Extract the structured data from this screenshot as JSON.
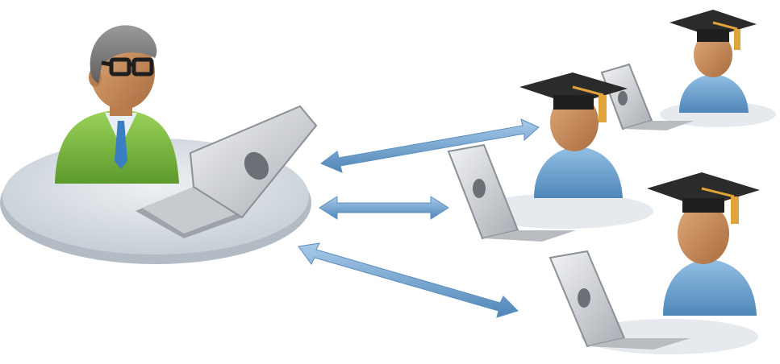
{
  "scene": {
    "description": "",
    "actors": {
      "teacher": {
        "role": "teacher",
        "accessories": [
          "glasses",
          "laptop"
        ]
      },
      "students": [
        {
          "role": "student",
          "accessories": [
            "mortarboard",
            "laptop"
          ]
        },
        {
          "role": "student",
          "accessories": [
            "mortarboard",
            "laptop"
          ]
        },
        {
          "role": "student",
          "accessories": [
            "mortarboard",
            "laptop"
          ]
        }
      ]
    },
    "connections": 3
  },
  "colors": {
    "background": "#ffffff",
    "platform": "#d6dde3",
    "teacher_suit": "#7cc043",
    "student_shirt": "#6fa3cf",
    "skin": "#c98f5f",
    "hair_gray": "#7d7d7d",
    "cap": "#2b2b2b",
    "tassel": "#e0a43a",
    "laptop": "#c9ccd0",
    "arrow": "#6ea0cf"
  }
}
